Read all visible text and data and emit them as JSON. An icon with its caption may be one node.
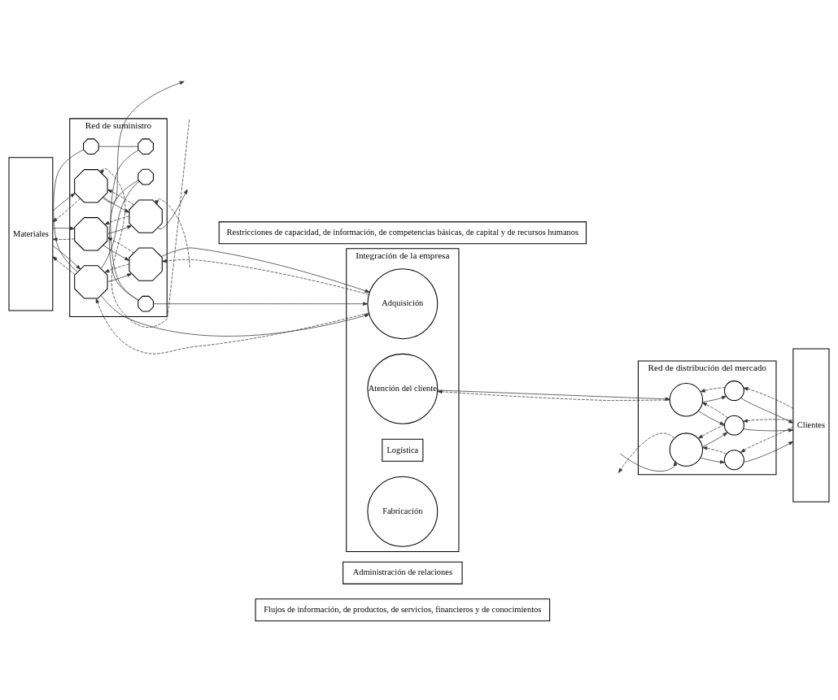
{
  "diagram": {
    "nodes": [
      {
        "text": [
          "Administración de relaciones"
        ]
      },
      {
        "text": [
          "Flujos de información, de productos, de servicios, financieros y de conocimientos"
        ]
      },
      {
        "text": [
          "Materiales"
        ]
      },
      {
        "text": [
          "Red de suministro"
        ]
      },
      {
        "text": [
          "Integración de la empresa"
        ]
      },
      {
        "text": [
          "Red de distribución del mercado"
        ]
      },
      {
        "text": [
          "Clientes"
        ]
      },
      {
        "text": [
          "Restricciones de capacidad, de información, de competencias básicas, de capital y de recursos humanos"
        ]
      },
      {
        "text": [],
        "shape": "octagon",
        "in": 3
      },
      {
        "text": [],
        "shape": "octagon",
        "in": 3
      },
      {
        "text": [],
        "shape": "octagon",
        "in": 3
      },
      {
        "text": [],
        "shape": "octagon",
        "in": 3
      },
      {
        "text": [],
        "shape": "octagon",
        "in": 3
      },
      {
        "text": [],
        "shape": "octagon",
        "in": 3
      },
      {
        "text": [],
        "shape": "octagon",
        "in": 3
      },
      {
        "text": [],
        "shape": "octagon",
        "in": 3
      },
      {
        "text": [],
        "shape": "octagon",
        "in": 3
      },
      {
        "text": [
          "Adquisición"
        ],
        "in": 4
      },
      {
        "text": [
          "Atención del cliente"
        ],
        "in": 4
      },
      {
        "text": [
          "Logística"
        ],
        "in": 4
      },
      {
        "text": [
          "Fabricación"
        ],
        "in": 4
      },
      {
        "text": [],
        "shape": "circle",
        "in": 5
      },
      {
        "text": [],
        "shape": "circle",
        "in": 5
      },
      {
        "text": [],
        "shape": "circle",
        "in": 5
      },
      {
        "text": [],
        "shape": "circle",
        "in": 5
      },
      {
        "text": [],
        "shape": "circle",
        "in": 5
      }
    ],
    "edges": [
      {
        "from": 9,
        "to": 8,
        "arrow": "none"
      },
      {
        "from": 8,
        "to": 10,
        "arrow": "none"
      },
      {
        "from": 10,
        "to": 11,
        "arrow": "none"
      },
      {
        "from": 9,
        "to": 12,
        "arrow": "none"
      },
      {
        "from": 11,
        "to": 12,
        "arrow": "none"
      },
      {
        "from": 10,
        "to": 17,
        "arrow": "to"
      },
      {
        "from": 12,
        "to": 2,
        "arrow": "to",
        "style": "dashed"
      },
      {
        "from": 2,
        "to": 12,
        "arrow": "to"
      },
      {
        "from": 17,
        "to": 12,
        "arrow": "to",
        "style": "dashed"
      },
      {
        "from": 12,
        "to": 17,
        "arrow": "to"
      },
      {
        "from": 12,
        "to": 13,
        "arrow": "to"
      },
      {
        "from": 13,
        "to": 12,
        "arrow": "to",
        "style": "dashed"
      },
      {
        "from": 17,
        "to": 13,
        "arrow": "to",
        "style": "dashed"
      },
      {
        "from": 13,
        "to": 17,
        "arrow": "to"
      },
      {
        "from": 14,
        "to": 13,
        "arrow": "to"
      },
      {
        "from": 13,
        "to": 14,
        "arrow": "to",
        "style": "dashed"
      },
      {
        "from": 14,
        "to": 2,
        "arrow": "to",
        "style": "dashed"
      },
      {
        "from": 2,
        "to": 14,
        "arrow": "to"
      },
      {
        "from": 14,
        "to": 15,
        "arrow": "to"
      },
      {
        "from": 15,
        "to": 14,
        "arrow": "to",
        "style": "dashed"
      },
      {
        "from": null,
        "to": 15,
        "arrow": "to",
        "style": "dashed"
      },
      {
        "from": 15,
        "to": null,
        "arrow": "to"
      },
      {
        "from": 16,
        "to": 15,
        "arrow": "to"
      },
      {
        "from": 15,
        "to": 16,
        "arrow": "to",
        "style": "dashed"
      },
      {
        "from": 16,
        "to": 2,
        "arrow": "to",
        "style": "dashed"
      },
      {
        "from": 2,
        "to": 16,
        "arrow": "to"
      },
      {
        "from": null,
        "to": 16,
        "arrow": "to",
        "style": "dashed"
      },
      {
        "from": 16,
        "to": null,
        "arrow": "to"
      },
      {
        "from": 22,
        "to": 18,
        "arrow": "to",
        "style": "dashed"
      },
      {
        "from": 18,
        "to": 22,
        "arrow": "to"
      },
      {
        "from": 24,
        "to": null,
        "arrow": "to",
        "style": "dashed"
      },
      {
        "from": null,
        "to": 24,
        "arrow": "to"
      },
      {
        "from": 22,
        "to": 21,
        "arrow": "to"
      },
      {
        "from": 21,
        "to": 22,
        "arrow": "to",
        "style": "dashed"
      },
      {
        "from": 22,
        "to": 23,
        "arrow": "to"
      },
      {
        "from": 23,
        "to": 22,
        "arrow": "to",
        "style": "dashed"
      },
      {
        "from": 24,
        "to": 23,
        "arrow": "to"
      },
      {
        "from": 23,
        "to": 24,
        "arrow": "to",
        "style": "dashed"
      },
      {
        "from": 24,
        "to": 25,
        "arrow": "to"
      },
      {
        "from": 25,
        "to": 24,
        "arrow": "to",
        "style": "dashed"
      },
      {
        "from": 6,
        "to": 21,
        "arrow": "to",
        "style": "dashed"
      },
      {
        "from": 21,
        "to": 6,
        "arrow": "to"
      },
      {
        "from": 6,
        "to": 23,
        "arrow": "to",
        "style": "dashed"
      },
      {
        "from": 23,
        "to": 6,
        "arrow": "to"
      },
      {
        "from": 6,
        "to": 25,
        "arrow": "to",
        "style": "dashed"
      },
      {
        "from": 25,
        "to": 6,
        "arrow": "to"
      }
    ]
  }
}
